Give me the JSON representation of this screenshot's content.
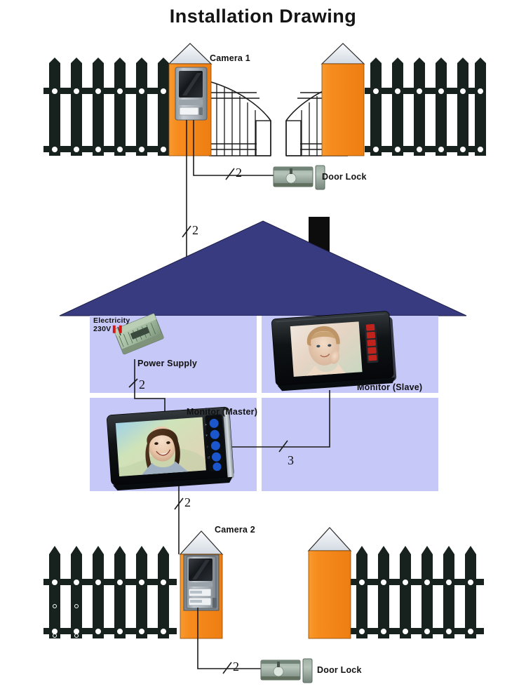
{
  "title": "Installation Drawing",
  "labels": {
    "camera1": "Camera 1",
    "camera2": "Camera 2",
    "door_lock_top": "Door Lock",
    "door_lock_bottom": "Door Lock",
    "power_supply": "Power Supply",
    "electricity_line1": "Electricity",
    "electricity_line2": "230V",
    "monitor_master": "Monitor (Master)",
    "monitor_slave": "Monitor (Slave)"
  },
  "wires": {
    "cam1_to_lock": "2",
    "cam1_to_house": "2",
    "psu_to_master": "2",
    "master_to_slave": "3",
    "master_to_cam2": "2",
    "cam2_to_lock": "2"
  },
  "colors": {
    "pillar_orange": "#F68B1F",
    "roof_indigo": "#383B80",
    "house_wall": "#C6C8F8",
    "fence_black": "#17211E",
    "lock_green": "#8FA296",
    "psu_green": "#A9C4A6",
    "accent_red": "#D81414",
    "wire_black": "#1A1A1A",
    "pillar_cap": "#E8ECF2",
    "monitor_body": "#141414",
    "button_blue": "#1E5BD8"
  }
}
